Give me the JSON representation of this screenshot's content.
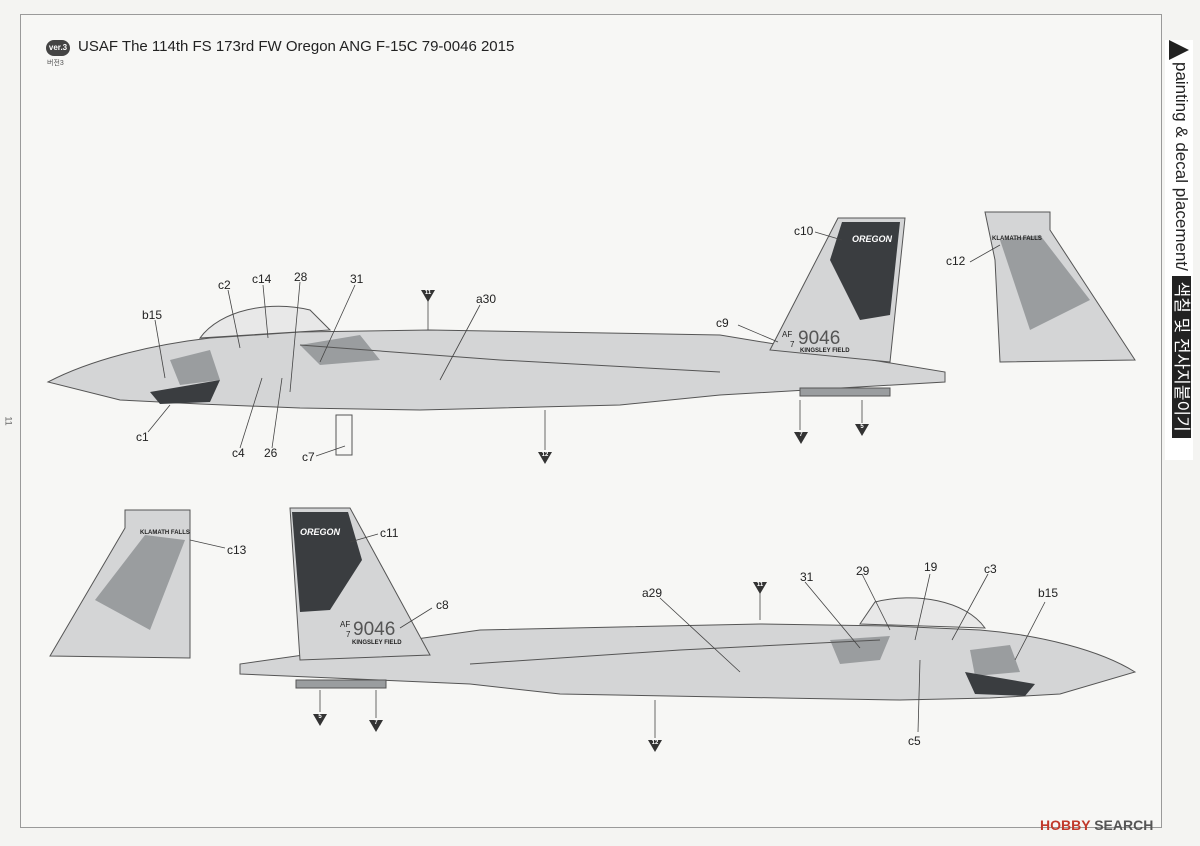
{
  "header": {
    "version_badge": "ver.3",
    "version_sub": "버전3",
    "title": "USAF The 114th FS 173rd FW Oregon ANG F-15C 79-0046 2015",
    "page_number": "11"
  },
  "side_tab": {
    "label_en": "painting & decal placement/",
    "label_ko": "색칠 및 전사지붙이기"
  },
  "aircraft": {
    "tail_text": "OREGON",
    "tail_number": "9046",
    "af_mark": "AF",
    "af_sub": "7",
    "base_text": "KINGSLEY FIELD",
    "fin_text": "KLAMATH FALLS"
  },
  "callouts_top": {
    "b15": "b15",
    "c2": "c2",
    "c14": "c14",
    "n28": "28",
    "n31": "31",
    "a30": "a30",
    "c10": "c10",
    "c9": "c9",
    "c12": "c12",
    "c1": "c1",
    "c4": "c4",
    "n26": "26",
    "c7": "c7"
  },
  "callouts_bottom": {
    "c13": "c13",
    "c11": "c11",
    "c8": "c8",
    "a29": "a29",
    "n31": "31",
    "n29": "29",
    "n19": "19",
    "c3": "c3",
    "b15": "b15",
    "c5": "c5"
  },
  "markers": {
    "m11": "11",
    "m7": "7",
    "m5": "5",
    "m12": "12"
  },
  "watermark": {
    "brand": "HOBBY",
    "suffix": "SEARCH"
  },
  "colors": {
    "paint_light": "#c9cacb",
    "paint_dark": "#8d9092",
    "tail_dark": "#3a3d40",
    "outline": "#555555"
  }
}
